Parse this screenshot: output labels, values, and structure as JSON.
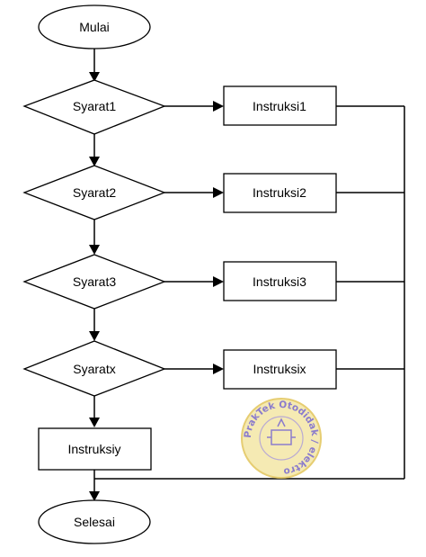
{
  "nodes": {
    "start": "Mulai",
    "cond1": "Syarat1",
    "cond2": "Syarat2",
    "cond3": "Syarat3",
    "condx": "Syaratx",
    "instr1": "Instruksi1",
    "instr2": "Instruksi2",
    "instr3": "Instruksi3",
    "instrx": "Instruksix",
    "instry": "Instruksiy",
    "end": "Selesai"
  },
  "watermark": {
    "text": "PrakTek Otodidak / elektro",
    "colors": {
      "ring": "#f4e7a6",
      "text": "#8b7ccc"
    }
  }
}
